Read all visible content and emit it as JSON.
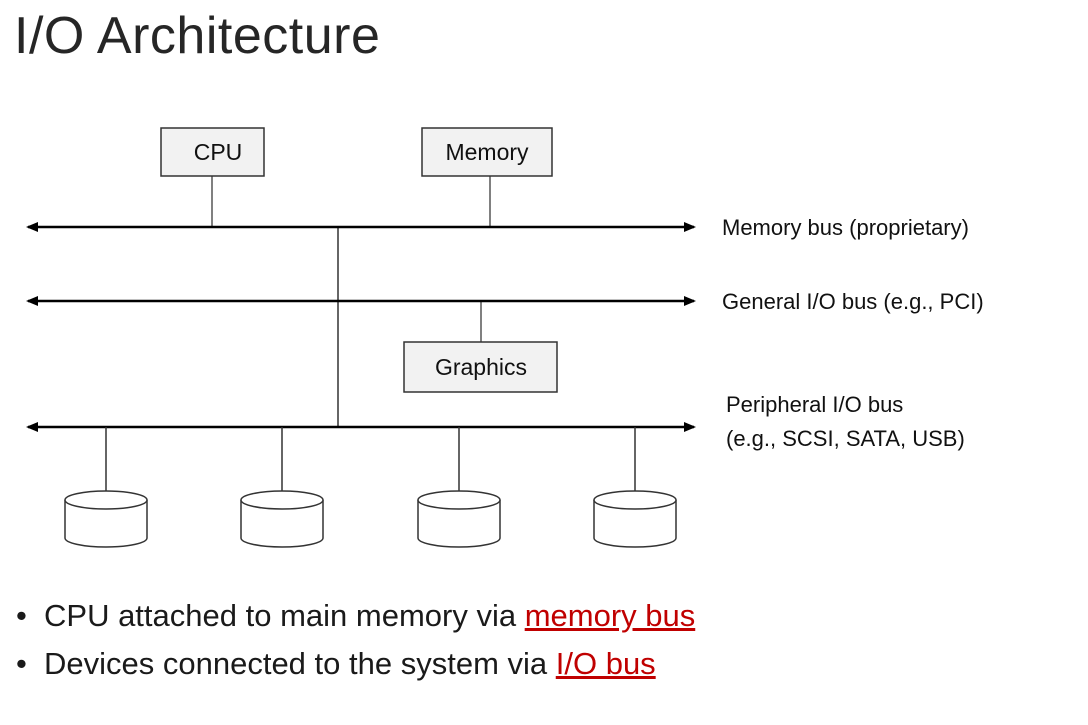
{
  "slide": {
    "title": "I/O Architecture"
  },
  "diagram": {
    "components": {
      "cpu": "CPU",
      "memory": "Memory",
      "graphics": "Graphics"
    },
    "buses": {
      "memory_bus": "Memory bus (proprietary)",
      "general_io_bus": "General I/O bus (e.g., PCI)",
      "peripheral_io_bus_line1": "Peripheral I/O bus",
      "peripheral_io_bus_line2": "(e.g., SCSI, SATA, USB)"
    },
    "disk_count": 4,
    "colors": {
      "box_fill": "#f2f2f2",
      "line": "#000000"
    }
  },
  "bullets": [
    {
      "bullet": "•",
      "text": "CPU attached to main memory via ",
      "link": "memory bus"
    },
    {
      "bullet": "•",
      "text": "Devices connected to the system via ",
      "link": "I/O bus"
    }
  ],
  "colors": {
    "link": "#c00000",
    "title": "#262626"
  }
}
